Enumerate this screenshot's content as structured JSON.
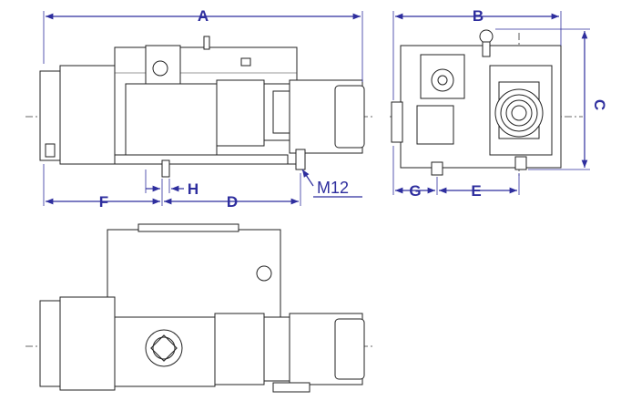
{
  "colors": {
    "dimension": "#2e2e9e",
    "outline": "#222222",
    "background": "#ffffff"
  },
  "dimensions": {
    "A": "A",
    "B": "B",
    "C": "C",
    "D": "D",
    "E": "E",
    "F": "F",
    "G": "G",
    "H": "H",
    "thread": "M12"
  },
  "views": [
    "side-view",
    "end-view",
    "top-view"
  ]
}
